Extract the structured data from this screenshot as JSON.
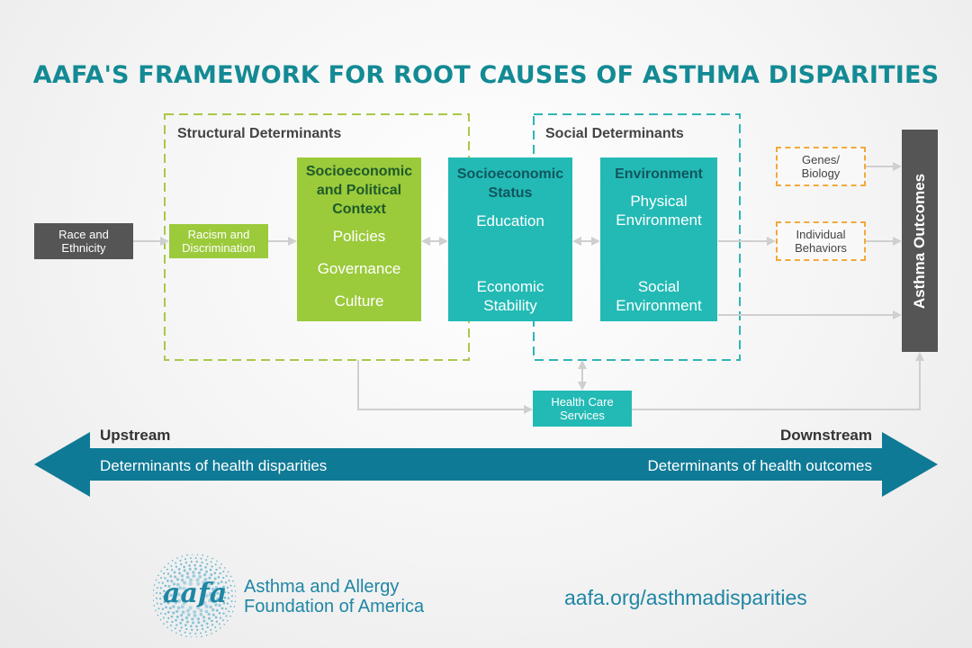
{
  "title": "AAFA'S FRAMEWORK FOR ROOT CAUSES OF ASTHMA DISPARITIES",
  "structural": {
    "label": "Structural Determinants",
    "racism_box": "Racism and Discrimination",
    "context_box": {
      "heading": "Socioeconomic and Political Context",
      "items": [
        "Policies",
        "Governance",
        "Culture"
      ]
    }
  },
  "social": {
    "label": "Social Determinants",
    "status_box": {
      "heading": "Socioeconomic Status",
      "top": "Education",
      "bottom": "Economic Stability"
    },
    "environment_box": {
      "heading": "Environment",
      "top": "Physical Environment",
      "bottom": "Social Environment"
    }
  },
  "race_box": "Race and Ethnicity",
  "genes_box": "Genes/ Biology",
  "behaviors_box": "Individual Behaviors",
  "health_care_box": "Health Care Services",
  "outcomes_box": "Asthma Outcomes",
  "stream": {
    "left_label": "Upstream",
    "right_label": "Downstream",
    "left_text": "Determinants of health disparities",
    "right_text": "Determinants of health outcomes"
  },
  "footer": {
    "logo_text": "aafa",
    "org_line1": "Asthma and Allergy",
    "org_line2": "Foundation of America",
    "url": "aafa.org/asthmadisparities"
  },
  "colors": {
    "title": "#138a94",
    "green_dashed": "#a9c84a",
    "teal_dashed": "#2fb5b6",
    "green_box": "#9bca3b",
    "teal_box": "#23bab5",
    "orange_dashed": "#f2a93b",
    "dark_box": "#555555",
    "arrow": "#0f7a96",
    "connector": "#cfcfcf"
  }
}
